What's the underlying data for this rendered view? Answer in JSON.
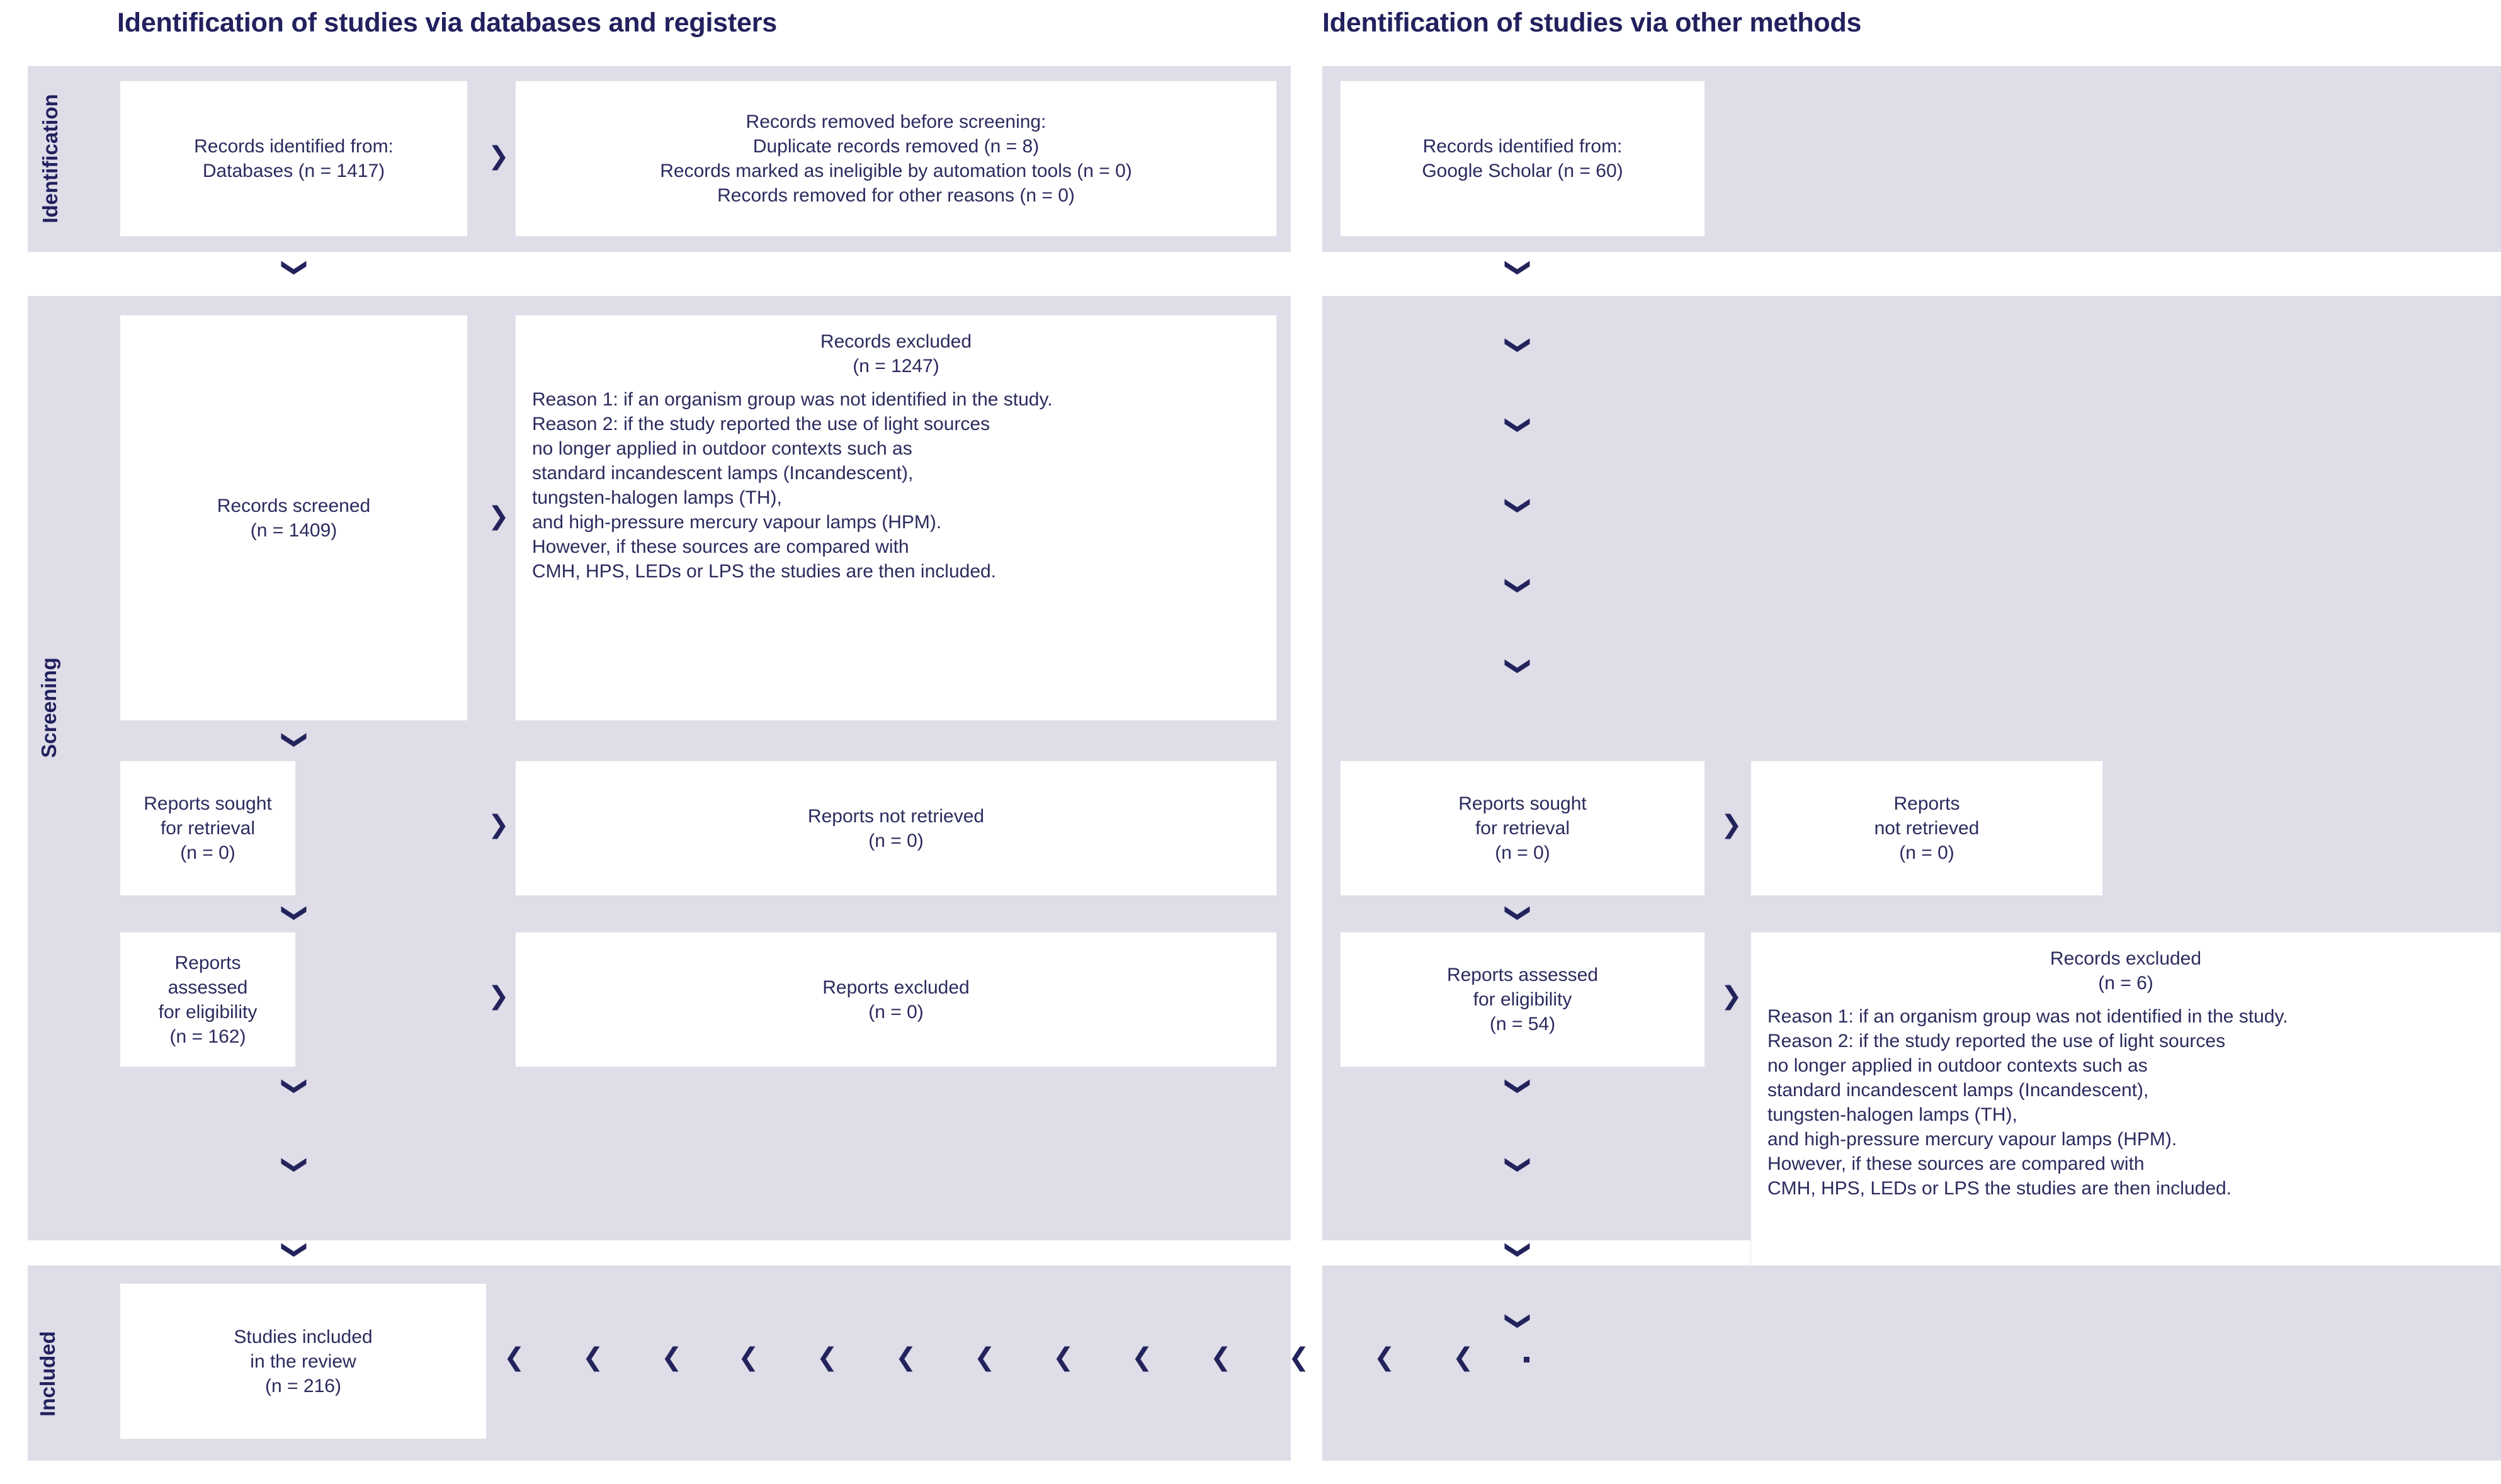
{
  "diagram": {
    "type": "PRISMA flow diagram",
    "panels": [
      {
        "title": "Identification of studies via databases and registers",
        "stages": [
          {
            "label": "Identification",
            "boxes": [
              {
                "name": "records-identified-databases",
                "lines": [
                  "Records identified from:",
                  "Databases (n = 1417)"
                ]
              },
              {
                "name": "records-removed-before-screening",
                "lines": [
                  "Records removed before screening:",
                  "Duplicate records removed  (n = 8)",
                  "Records marked as ineligible by automation tools (n = 0)",
                  "Records removed for other reasons (n = 0)"
                ]
              }
            ]
          },
          {
            "label": "Screening",
            "boxes": [
              {
                "name": "records-screened",
                "lines": [
                  "Records screened",
                  "(n = 1409)"
                ]
              },
              {
                "name": "records-excluded-databases",
                "heading": [
                  "Records excluded",
                  "(n = 1247)"
                ],
                "body": [
                  "Reason 1:  if an organism group was not identified in the study.",
                  "Reason 2: if the study reported the use of light sources",
                  "no longer applied in outdoor contexts such as",
                  "standard incandescent lamps (Incandescent),",
                  "tungsten-halogen lamps (TH),",
                  "and high-pressure mercury vapour lamps (HPM).",
                  "However, if these sources are compared with",
                  "CMH, HPS, LEDs or LPS the studies are then included."
                ]
              },
              {
                "name": "reports-sought-for-retrieval",
                "lines": [
                  "Reports sought",
                  "for retrieval",
                  "(n = 0)"
                ]
              },
              {
                "name": "reports-not-retrieved",
                "lines": [
                  "Reports not retrieved",
                  "(n = 0)"
                ]
              },
              {
                "name": "reports-assessed-for-eligibility",
                "lines": [
                  "Reports assessed",
                  "for eligibility",
                  "(n = 162)"
                ]
              },
              {
                "name": "reports-excluded",
                "lines": [
                  "Reports excluded",
                  "(n = 0)"
                ]
              }
            ]
          },
          {
            "label": "Included",
            "boxes": [
              {
                "name": "studies-included-in-review",
                "lines": [
                  "Studies included",
                  "in the review",
                  "(n = 216)"
                ]
              }
            ]
          }
        ]
      },
      {
        "title": "Identification of studies via other methods",
        "stages": [
          {
            "boxes": [
              {
                "name": "records-identified-other",
                "lines": [
                  "Records identified from:",
                  "Google Scholar (n = 60)"
                ]
              }
            ]
          },
          {
            "boxes": [
              {
                "name": "reports-sought-for-retrieval-other",
                "lines": [
                  "Reports sought",
                  "for retrieval",
                  "(n = 0)"
                ]
              },
              {
                "name": "reports-not-retrieved-other",
                "lines": [
                  "Reports",
                  "not retrieved",
                  "(n = 0)"
                ]
              },
              {
                "name": "reports-assessed-for-eligibility-other",
                "lines": [
                  "Reports assessed",
                  "for eligibility",
                  "(n = 54)"
                ]
              },
              {
                "name": "records-excluded-other",
                "heading": [
                  "Records excluded",
                  "(n = 6)"
                ],
                "body": [
                  "Reason 1:  if an organism group was not identified in the study.",
                  "Reason 2: if the study reported the use of light sources",
                  "no longer applied in outdoor contexts such as",
                  "standard incandescent lamps (Incandescent),",
                  "tungsten-halogen lamps (TH),",
                  "and high-pressure mercury vapour lamps (HPM).",
                  "However, if these sources are compared with",
                  "CMH, HPS, LEDs or LPS the studies are then included."
                ]
              }
            ]
          }
        ]
      }
    ],
    "colors": {
      "band": "#dedde8",
      "box_fill": "#ffffff",
      "text": "#2b2b5e",
      "title": "#22215e",
      "arrow": "#23235c"
    },
    "icons": {
      "arrow_down": "chevron-down-icon",
      "arrow_right": "chevron-right-icon",
      "arrow_left": "chevron-left-icon"
    }
  }
}
